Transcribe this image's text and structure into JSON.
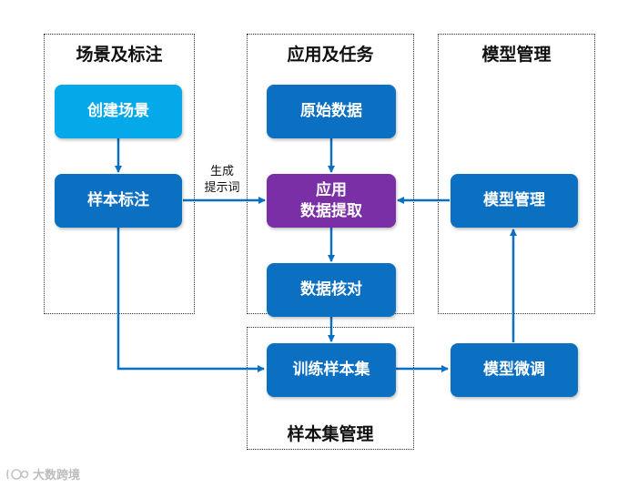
{
  "sections": {
    "scene": {
      "title": "场景及标注"
    },
    "app": {
      "title": "应用及任务"
    },
    "model": {
      "title": "模型管理"
    },
    "sample": {
      "title": "样本集管理"
    }
  },
  "nodes": {
    "create_scene": "创建场景",
    "sample_label": "样本标注",
    "raw_data": "原始数据",
    "app_extract_line1": "应用",
    "app_extract_line2": "数据提取",
    "data_check": "数据核对",
    "train_set": "训练样本集",
    "model_mgmt": "模型管理",
    "model_finetune": "模型微调"
  },
  "edge_label": {
    "line1": "生成",
    "line2": "提示词"
  },
  "watermark": {
    "text": "大数跨境"
  },
  "colors": {
    "node_primary": "#0b6fc2",
    "node_light": "#05a8e8",
    "node_highlight": "#7b2fa6",
    "arrow": "#0b6fc2"
  }
}
